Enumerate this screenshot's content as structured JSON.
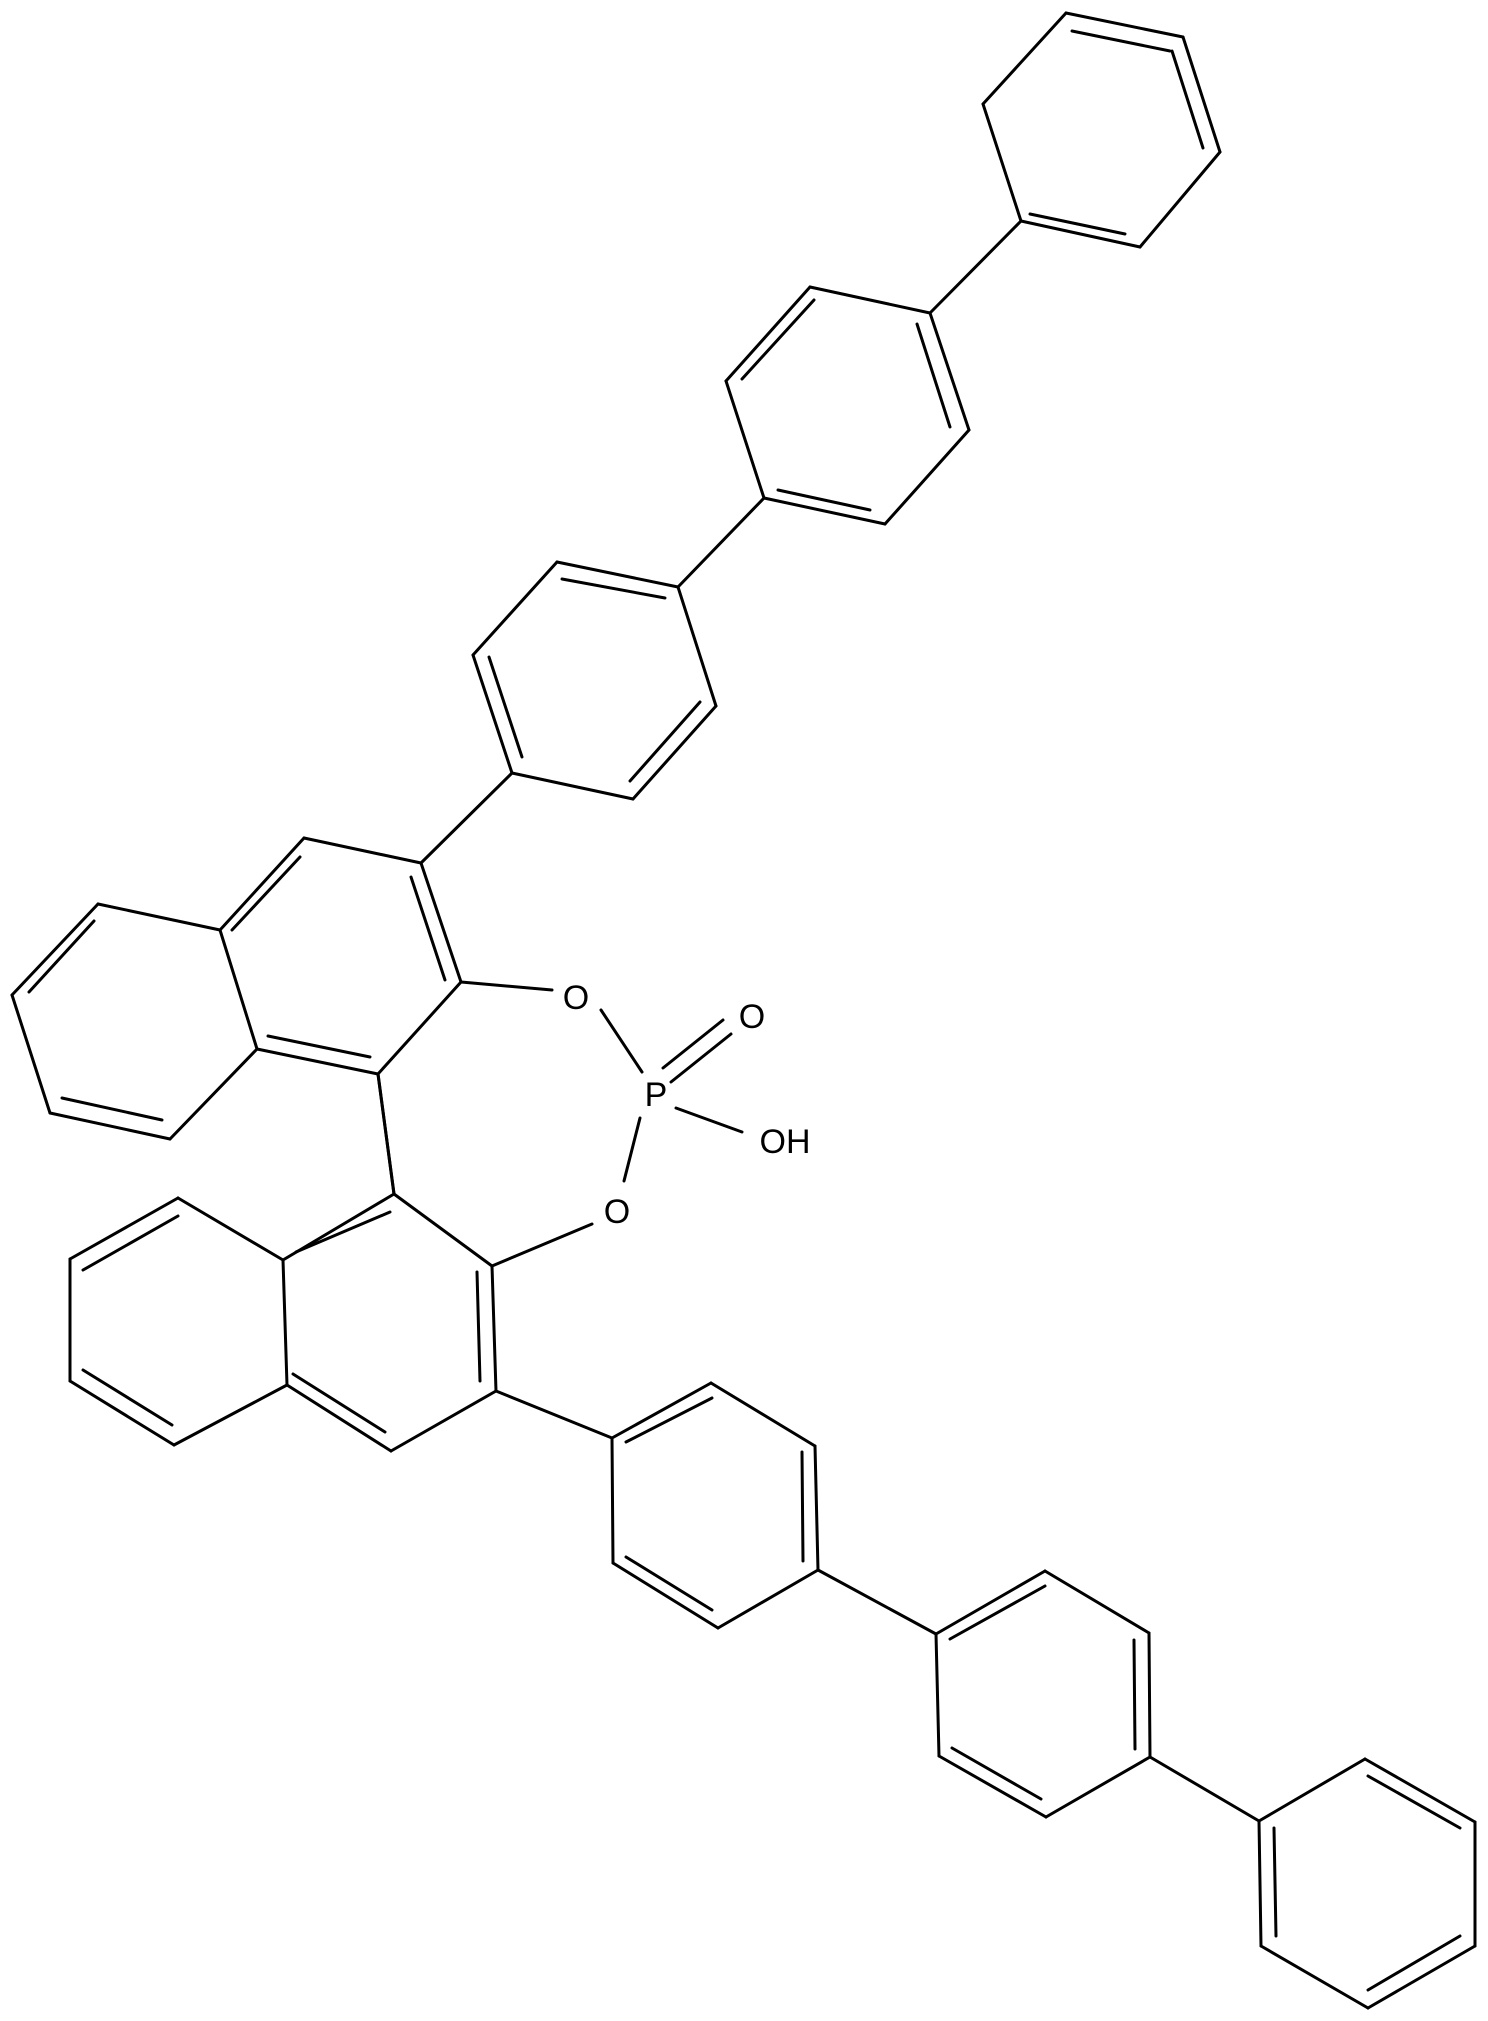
{
  "structure": {
    "atoms": {
      "o_upper": "O",
      "o_lower": "O",
      "o_double": "O",
      "p": "P",
      "oh": "OH"
    }
  },
  "style": {
    "bond_color": "#000000",
    "background": "#ffffff"
  }
}
